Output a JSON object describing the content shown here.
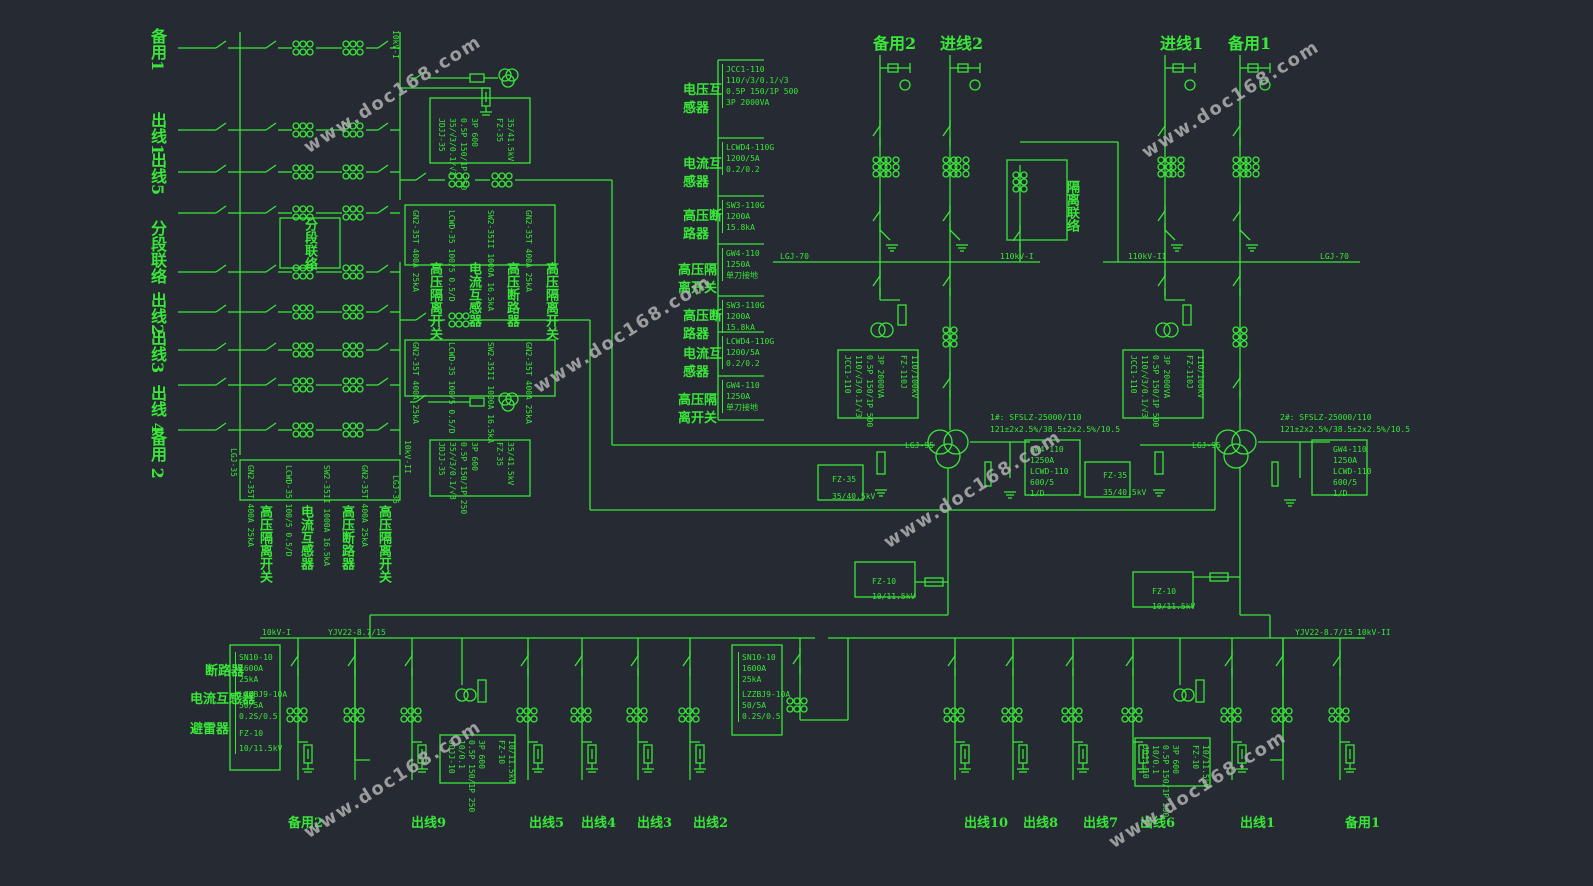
{
  "colors": {
    "background": "#262a32",
    "line": "#39e639",
    "watermark": "#b0b0b0"
  },
  "watermark": "www.doc168.com",
  "top_labels": {
    "spare2": "备用2",
    "incoming2": "进线2",
    "incoming1": "进线1",
    "spare1": "备用1"
  },
  "left_labels": {
    "spare1": "备用1",
    "out1": "出线1",
    "out5": "出线5",
    "bus_tie": "分段联络",
    "out2": "出线2",
    "out3": "出线3",
    "out4": "出线 4",
    "spare2": "备用 2"
  },
  "left_bottom_labels": [
    "高压隔离开关",
    "电流互感器",
    "高压断路器",
    "高压隔离开关"
  ],
  "left_bottom_labels_text": [
    "高压隔离开关",
    "电流互感器",
    "高压断路器",
    "高压隔离开关"
  ],
  "left_bus_labels": {
    "bus1": "10kV-I",
    "bus2": "10kV-II",
    "bus_a": "LGJ-35",
    "bus_b": "LGJ-35"
  },
  "left_specs": {
    "pt_upper": [
      "JDJJ-35",
      "35/√3/0.1/√3",
      "0.5P 150/1P 250",
      "3P 600",
      "FZ-35",
      "35/41.5kV"
    ],
    "pt_lower": [
      "JDJJ-35",
      "35/√3/0.1/√3",
      "0.5P 150/1P 250",
      "3P 600",
      "FZ-35",
      "35/41.5kV"
    ],
    "col_upper": [
      "GN2-35T 400A 25kA",
      "LCWD-35 100/5 0.5/D",
      "SW2-35II 1000A 16.5kA",
      "GN2-35T 400A 25kA"
    ],
    "col_lower": [
      "GN2-35T 400A 25kA",
      "LCWD-35 100/5 0.5/D",
      "SW2-35II 1000A 16.5kA",
      "GN2-35T 400A 25kA"
    ],
    "mid_vert": [
      "高压隔离开关",
      "电流互感器",
      "高压断路器",
      "高压隔离开关"
    ],
    "tie_label": "分段联络"
  },
  "legend": [
    {
      "name": "电压互感器",
      "spec": [
        "JCC1-110",
        "110/√3/0.1/√3",
        "0.5P 150/1P 500",
        "3P 2000VA"
      ]
    },
    {
      "name": "电流互感器",
      "spec": [
        "LCWD4-110G",
        "1200/5A",
        "0.2/0.2"
      ]
    },
    {
      "name": "高压断路器",
      "spec": [
        "SW3-110G",
        "1200A",
        "15.8kA"
      ]
    },
    {
      "name": "高压隔离开关",
      "spec": [
        "GW4-110",
        "1250A",
        "单刀接地"
      ]
    },
    {
      "name": "高压断路器",
      "spec": [
        "SW3-110G",
        "1200A",
        "15.8kA"
      ]
    },
    {
      "name": "电流互感器",
      "spec": [
        "LCWD4-110G",
        "1200/5A",
        "0.2/0.2"
      ]
    },
    {
      "name": "高压隔离开关",
      "spec": [
        "GW4-110",
        "1250A",
        "单刀接地"
      ]
    }
  ],
  "hv_bus": {
    "left_i": "LGJ-70",
    "mid_i": "110kV-I",
    "mid_ii": "110kV-II",
    "right_ii": "LGJ-70"
  },
  "bridge_label": "隔离联络",
  "tr1": {
    "title": "1#: SFSLZ-25000/110",
    "ratio": "121±2x2.5%/38.5±2x2.5%/10.5",
    "cable": "LGJ-95"
  },
  "tr2": {
    "title": "2#: SFSLZ-25000/110",
    "ratio": "121±2x2.5%/38.5±2x2.5%/10.5",
    "cable": "LGJ-95"
  },
  "hv_pt_specs": {
    "left": [
      "JCC1-110",
      "110/√3/0.1/√3",
      "0.5P 150/1P 500",
      "3P 2000VA",
      "FZ-110J",
      "110/100kV"
    ],
    "right": [
      "JCC1-110",
      "110/√3/0.1/√3",
      "0.5P 150/1P 500",
      "3P 2000VA",
      "FZ-110J",
      "110/100kV"
    ]
  },
  "neutral_specs": {
    "left_fz": [
      "FZ-35",
      "35/40.5kV"
    ],
    "left_gw": [
      "GW4-110",
      "1250A",
      "LCWD-110",
      "600/5",
      "1/D"
    ],
    "right_fz": [
      "FZ-35",
      "35/40.5kV"
    ],
    "right_gw": [
      "GW4-110",
      "1250A",
      "LCWD-110",
      "600/5",
      "1/D"
    ],
    "left_10kv": [
      "FZ-10",
      "10/11.5kV"
    ],
    "right_10kv": [
      "FZ-10",
      "10/11.5kV"
    ]
  },
  "lv_bus": {
    "left": "10kV-I",
    "left_cable": "YJV22-8.7/15",
    "right_cable": "YJV22-8.7/15",
    "right": "10kV-II"
  },
  "lv_left_legend": {
    "items": [
      "断路器",
      "电流互感器",
      "避雷器"
    ],
    "spec": [
      "SN10-10",
      "1600A",
      "25kA",
      "LZZBJ9-10A",
      "50/5A",
      "0.2S/0.5",
      "FZ-10",
      "10/11.5kV"
    ]
  },
  "lv_tie_spec": [
    "SN10-10",
    "1600A",
    "25kA",
    "LZZBJ9-10A",
    "50/5A",
    "0.2S/0.5"
  ],
  "lv_pt_spec": [
    "JDJJ-10",
    "10/0.1",
    "0.5P 150/1P 250",
    "3P 600",
    "FZ-10",
    "10/11.5kV"
  ],
  "lv_pt_spec_r": [
    "JDJJ-10",
    "10/0.1",
    "0.5P 150/1P 250",
    "3P 600",
    "FZ-10",
    "10/11.5kV"
  ],
  "bottom_labels": [
    "备用2",
    "出线9",
    "出线5",
    "出线4",
    "出线3",
    "出线2",
    "出线10",
    "出线8",
    "出线7",
    "出线6",
    "出线1",
    "备用1"
  ]
}
